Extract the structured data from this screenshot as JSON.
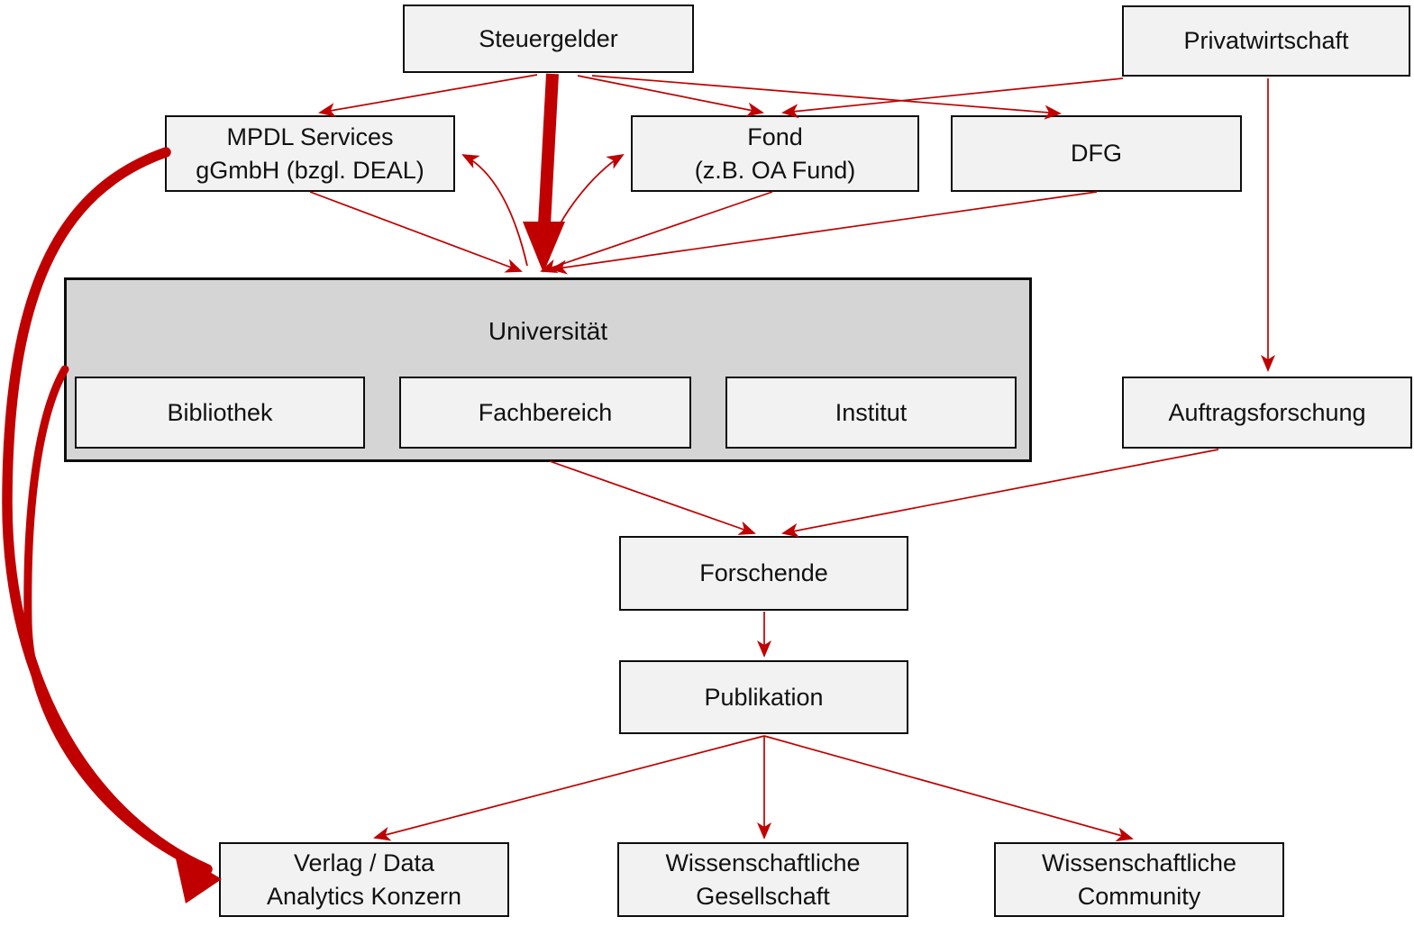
{
  "diagram": {
    "colors": {
      "arrow_red": "#C00000",
      "node_fill": "#F2F2F2",
      "group_fill": "#D5D5D5",
      "border_black": "#0D0D0D"
    },
    "nodes": {
      "steuergelder": {
        "label": "Steuergelder"
      },
      "privatwirtschaft": {
        "label": "Privatwirtschaft"
      },
      "mpdl": {
        "label": [
          "MPDL Services",
          "gGmbH (bzgl. DEAL)"
        ]
      },
      "fond": {
        "label": [
          "Fond",
          "(z.B. OA Fund)"
        ]
      },
      "dfg": {
        "label": "DFG"
      },
      "universitaet": {
        "label": "Universität"
      },
      "bibliothek": {
        "label": "Bibliothek"
      },
      "fachbereich": {
        "label": "Fachbereich"
      },
      "institut": {
        "label": "Institut"
      },
      "auftragsforschung": {
        "label": "Auftragsforschung"
      },
      "forschende": {
        "label": "Forschende"
      },
      "publikation": {
        "label": "Publikation"
      },
      "verlag": {
        "label": [
          "Verlag / Data",
          "Analytics Konzern"
        ]
      },
      "wiss_gesellschaft": {
        "label": [
          "Wissenschaftliche",
          "Gesellschaft"
        ]
      },
      "wiss_community": {
        "label": [
          "Wissenschaftliche",
          "Community"
        ]
      }
    },
    "edges": [
      {
        "from": "Steuergelder",
        "to": "Universität",
        "style": "thick"
      },
      {
        "from": "Steuergelder",
        "to": "MPDL Services gGmbH (bzgl. DEAL)",
        "style": "thin"
      },
      {
        "from": "Steuergelder",
        "to": "Fond (z.B. OA Fund)",
        "style": "thin"
      },
      {
        "from": "Steuergelder",
        "to": "DFG",
        "style": "thin"
      },
      {
        "from": "Privatwirtschaft",
        "to": "Fond (z.B. OA Fund)",
        "style": "thin"
      },
      {
        "from": "Privatwirtschaft",
        "to": "Auftragsforschung",
        "style": "thin"
      },
      {
        "from": "MPDL Services gGmbH (bzgl. DEAL)",
        "to": "Universität",
        "style": "thin"
      },
      {
        "from": "Fond (z.B. OA Fund)",
        "to": "Universität",
        "style": "thin"
      },
      {
        "from": "DFG",
        "to": "Universität",
        "style": "thin"
      },
      {
        "from": "Universität",
        "to": "MPDL Services gGmbH (bzgl. DEAL)",
        "style": "curved"
      },
      {
        "from": "Universität",
        "to": "Fond (z.B. OA Fund)",
        "style": "curved"
      },
      {
        "from": "Universität (Fachbereich)",
        "to": "Forschende",
        "style": "thin"
      },
      {
        "from": "Auftragsforschung",
        "to": "Forschende",
        "style": "thin"
      },
      {
        "from": "Forschende",
        "to": "Publikation",
        "style": "thin"
      },
      {
        "from": "Publikation",
        "to": "Verlag / Data Analytics Konzern",
        "style": "thin"
      },
      {
        "from": "Publikation",
        "to": "Wissenschaftliche Gesellschaft",
        "style": "thin"
      },
      {
        "from": "Publikation",
        "to": "Wissenschaftliche Community",
        "style": "thin"
      },
      {
        "from": "MPDL Services gGmbH (bzgl. DEAL)",
        "to": "Verlag / Data Analytics Konzern",
        "style": "thick-curved"
      },
      {
        "from": "Universität (Bibliothek)",
        "to": "Verlag / Data Analytics Konzern",
        "style": "thick-curved"
      }
    ]
  }
}
